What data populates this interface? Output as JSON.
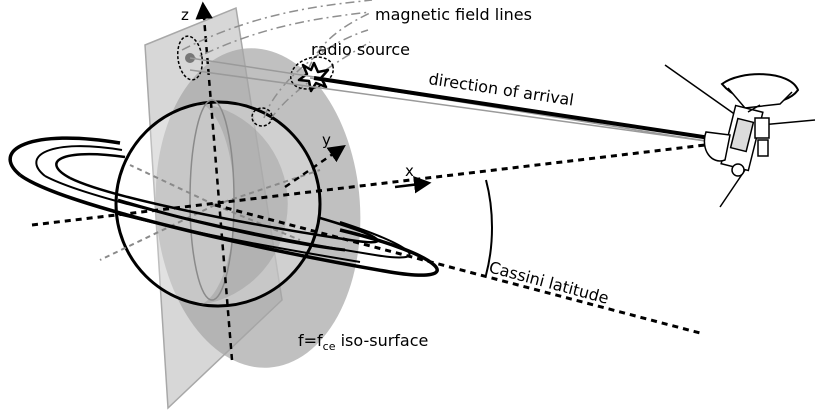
{
  "labels": {
    "magnetic_field_lines": "magnetic field lines",
    "radio_source": "radio source",
    "direction_of_arrival": "direction of arrival",
    "cassini_latitude": "Cassini latitude",
    "iso_surface_prefix": "f=f",
    "iso_surface_subscript": "ce",
    "iso_surface_suffix": " iso-surface"
  },
  "axes": {
    "x": "x",
    "y": "y",
    "z": "z"
  },
  "colors": {
    "ink": "#000000",
    "iso_surface_fill": "#a9a9a9",
    "plane_fill": "#c8c8c8",
    "field_line": "#9a9a9a",
    "planet_fill": "#ffffff"
  }
}
